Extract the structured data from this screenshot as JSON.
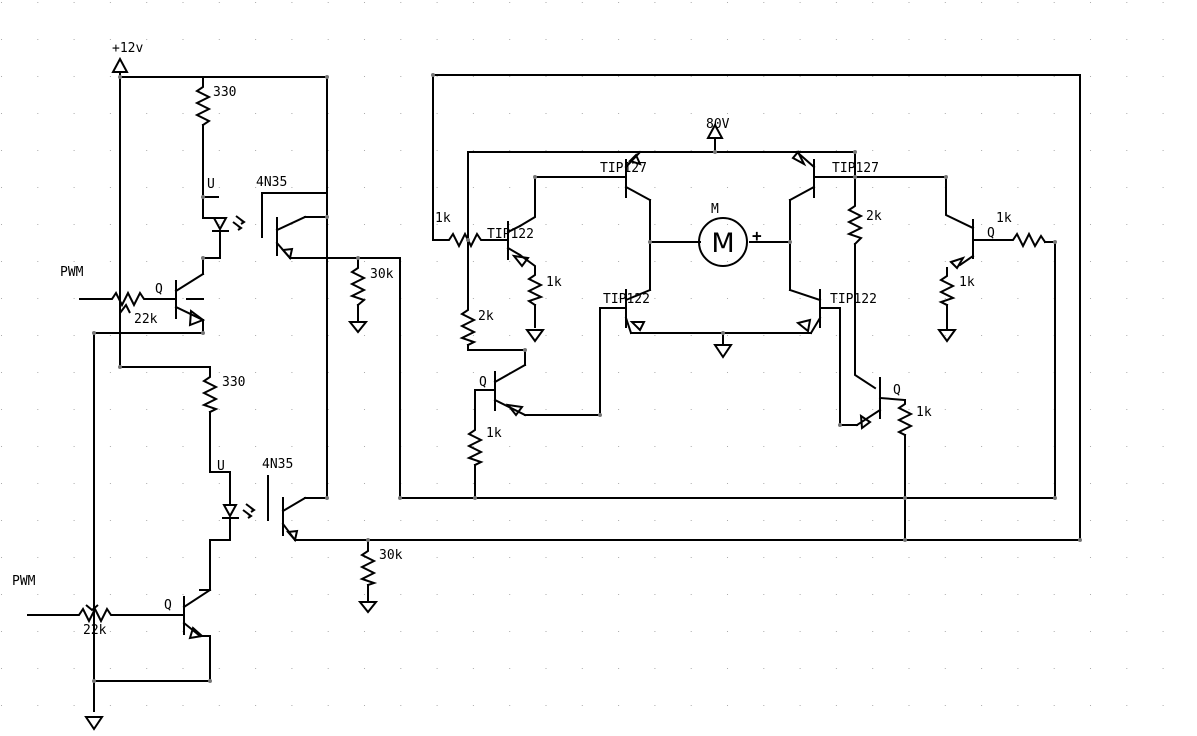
{
  "labels": {
    "supply_12v": "+12v",
    "supply_80v": "80V",
    "pwm_top": "PWM",
    "pwm_bottom": "PWM",
    "r330_top": "330",
    "r330_bottom": "330",
    "led_u_top": "U",
    "led_u_bottom": "U",
    "opto_top": "4N35",
    "opto_bottom": "4N35",
    "r22k_top": "22k",
    "r22k_bottom": "22k",
    "q_left_top": "Q",
    "q_left_bottom": "Q",
    "r30k_top": "30k",
    "r30k_bottom": "30k",
    "tip127_left": "TIP127",
    "tip127_right": "TIP127",
    "tip122_upper_left": "TIP122",
    "tip122_lower_left": "TIP122",
    "tip122_lower_right": "TIP122",
    "r1k_in_left": "1k",
    "r1k_emitter_left": "1k",
    "r2k_left": "2k",
    "q_mid_left": "Q",
    "r1k_mid_left": "1k",
    "motor_label": "M",
    "motor_symbol": "M",
    "motor_plus": "+",
    "r2k_right": "2k",
    "r1k_in_right": "1k",
    "q_right_top": "Q",
    "r1k_emitter_right": "1k",
    "q_mid_right": "Q",
    "r1k_mid_right": "1k"
  },
  "colors": {
    "wire": "#000000",
    "junction": "#777777",
    "grid": "#aaaaaa",
    "background": "#ffffff"
  }
}
